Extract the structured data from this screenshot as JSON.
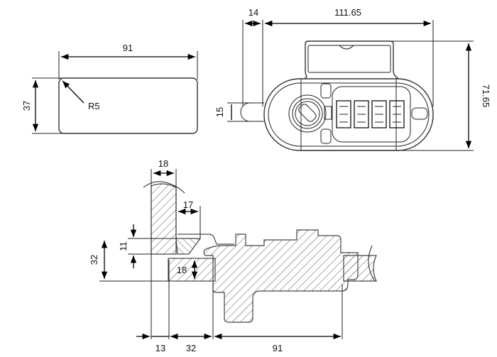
{
  "drawing": {
    "title": "Combination cam lock dimensional drawing",
    "units": "mm",
    "views": {
      "cutout": {
        "width_label": "91",
        "height_label": "37",
        "radius_label": "R5"
      },
      "front": {
        "bolt_offset_label": "14",
        "width_label": "111.65",
        "height_label": "71.65",
        "bolt_height_label": "15",
        "dial_count": 4
      },
      "section": {
        "panel_thickness_label": "18",
        "cam_reach_label": "17",
        "bolt_height_label": "11",
        "cam_offset_label": "32",
        "strike_thickness_label": "18",
        "bottom_gap_label": "13",
        "bottom_cam_label": "32",
        "bottom_body_label": "91"
      }
    }
  }
}
